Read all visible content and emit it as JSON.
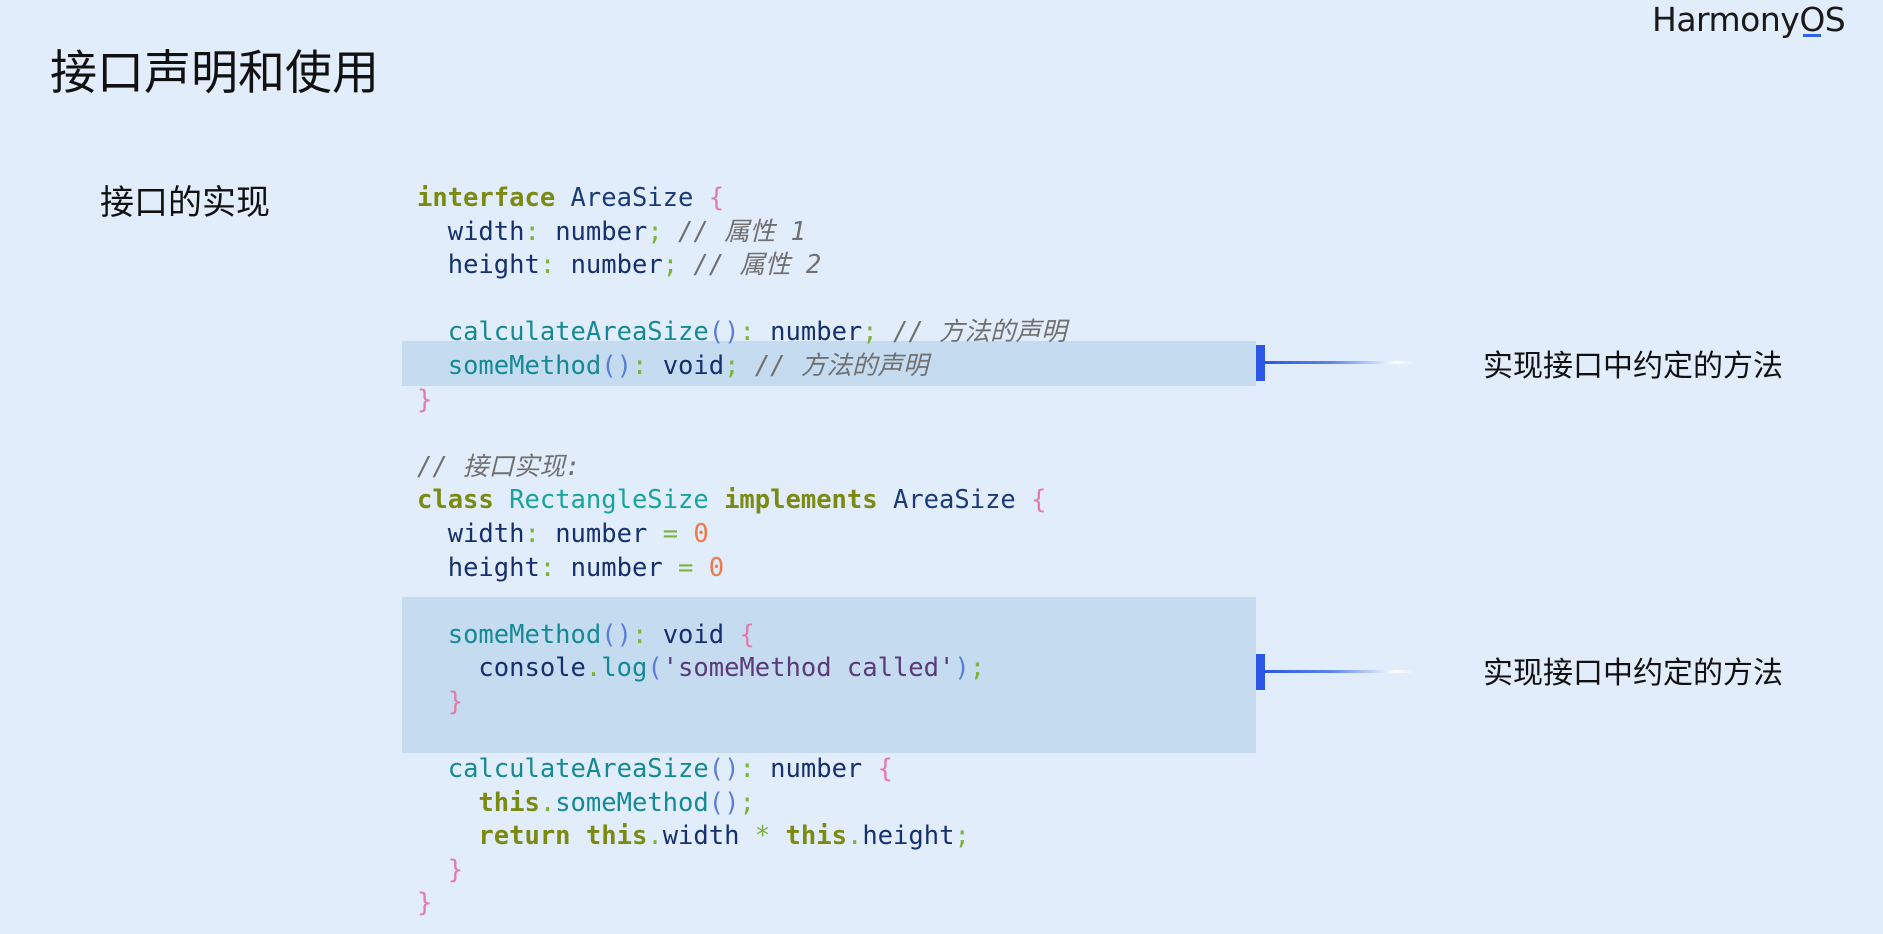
{
  "brand": {
    "logo_main": "Harmony",
    "logo_o": "O",
    "logo_s": "S"
  },
  "slide": {
    "title": "接口声明和使用",
    "section_label": "接口的实现",
    "notes": [
      "实现接口中约定的方法",
      "实现接口中约定的方法"
    ]
  },
  "code": {
    "kw_interface": "interface",
    "kw_class": "class",
    "kw_implements": "implements",
    "kw_this": "this",
    "kw_return": "return",
    "name_area_size": "AreaSize",
    "name_rectangle_size": "RectangleSize",
    "prop_width": "width",
    "prop_height": "height",
    "type_number": "number",
    "type_void": "void",
    "method_calculate": "calculateAreaSize",
    "method_some": "someMethod",
    "obj_console": "console",
    "fn_log": "log",
    "str_called": "'someMethod called'",
    "num_zero": "0",
    "comment_prop1": "// 属性 1",
    "comment_prop2": "// 属性 2",
    "comment_method_decl": "// 方法的声明",
    "comment_impl": "// 接口实现:"
  }
}
